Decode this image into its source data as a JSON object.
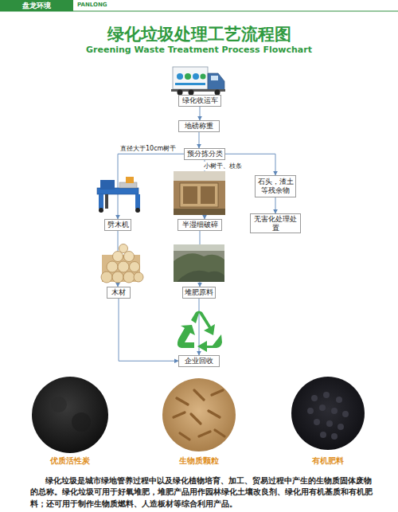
{
  "diagram": {
    "title": "绿化垃圾处理工艺流程图",
    "caption": "绿化垃圾是城市绿地管养过程中以及绿化植物培育、加工、贸易过程中产生的生物质固体废物的总称。绿化垃圾可用于好氧堆肥，堆肥产品用作园林绿化土壤改良剂、绿化用有机基质和有机肥料；还可用于制作生物质燃料、人造板材等综合利用产品。",
    "nodes": [
      {
        "text": [
          "绿化收运车"
        ]
      },
      {
        "text": [
          "地磅称重"
        ]
      },
      {
        "text": [
          "预分拣分类"
        ]
      },
      {
        "text": [
          "劈木机"
        ]
      },
      {
        "text": [
          "半湿细破碎"
        ]
      },
      {
        "text": [
          "石头，渣土等残余物"
        ]
      },
      {
        "text": [
          "无害化处理处置"
        ]
      },
      {
        "text": [
          "木材"
        ]
      },
      {
        "text": [
          "堆肥原料"
        ]
      },
      {
        "text": [
          "企业回收"
        ]
      }
    ],
    "edges": [
      {
        "from": 0,
        "to": 1,
        "arrow": "to"
      },
      {
        "from": 1,
        "to": 2,
        "arrow": "to"
      },
      {
        "from": 2,
        "to": 3,
        "label": "直径大于10cm树干",
        "arrow": "to"
      },
      {
        "from": 2,
        "to": 4,
        "label": "小树干、枝条",
        "arrow": "to"
      },
      {
        "from": 2,
        "to": 5,
        "arrow": "to"
      },
      {
        "from": 5,
        "to": 6,
        "arrow": "to"
      },
      {
        "from": 3,
        "to": 7,
        "arrow": "to"
      },
      {
        "from": 4,
        "to": 8,
        "arrow": "to"
      },
      {
        "from": 7,
        "to": 9,
        "arrow": "to"
      },
      {
        "from": 8,
        "to": 9,
        "arrow": "to"
      }
    ],
    "labels": [
      "盘龙环境",
      "PANLONG",
      "Greening Waste Treatment Process Flowchart",
      "优质活性炭",
      "生物质颗粒",
      "有机肥料"
    ]
  }
}
